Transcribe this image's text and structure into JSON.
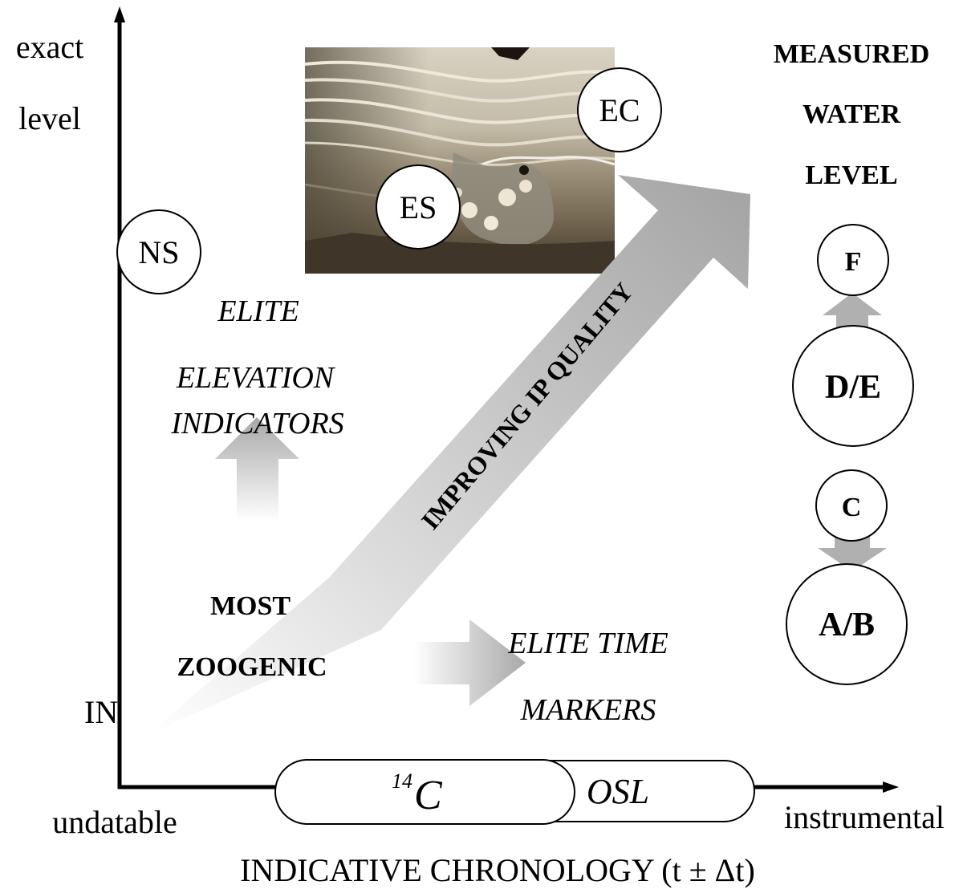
{
  "y_axis": {
    "top_label_line1": "exact",
    "top_label_line2": "level",
    "bottom_label_fragment": "IN"
  },
  "x_axis": {
    "left_label": "undatable",
    "right_label": "instrumental",
    "title": "INDICATIVE CHRONOLOGY (t ± Δt)"
  },
  "dating_methods": {
    "c14_superscript": "14",
    "c14_letter": "C",
    "osl": "OSL"
  },
  "circles": {
    "ns": "NS",
    "es": "ES",
    "ec": "EC",
    "f": "F",
    "de": "D/E",
    "c": "C",
    "ab": "A/B"
  },
  "measured": {
    "line1": "MEASURED",
    "line2": "WATER",
    "line3": "LEVEL"
  },
  "elite_elevation": {
    "line1": "ELITE",
    "line2": "ELEVATION",
    "line3": "INDICATORS"
  },
  "elite_time": {
    "line1": "ELITE TIME",
    "line2": "MARKERS"
  },
  "most_zoogenic": {
    "line1": "MOST",
    "line2": "ZOOGENIC"
  },
  "diagonal_label": "IMPROVING IP QUALITY",
  "colors": {
    "arrow_gray": "#a6a6a6",
    "axis": "#000000",
    "photo_light": "#cfc7b4",
    "photo_dark": "#3a3226"
  }
}
